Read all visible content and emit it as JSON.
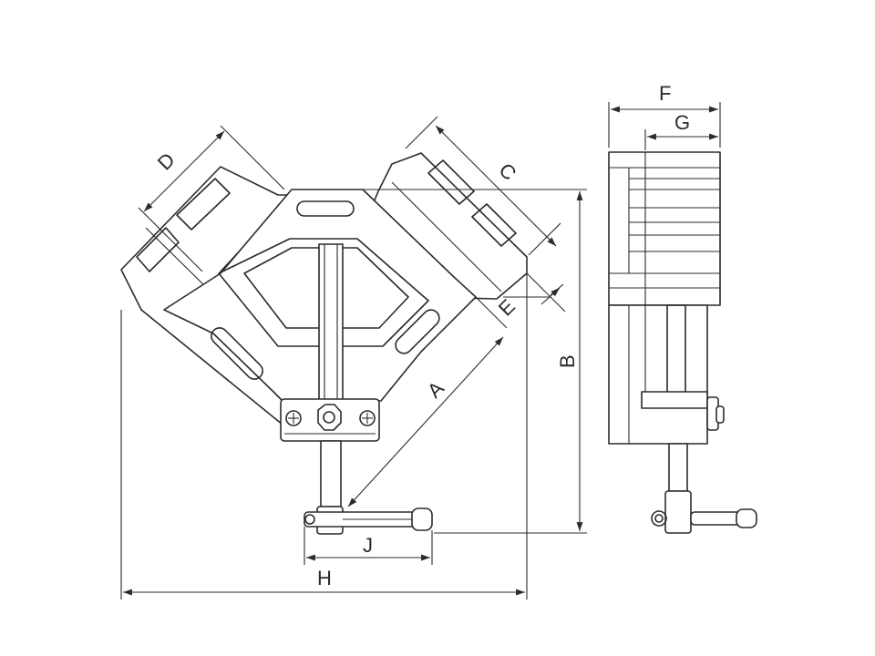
{
  "drawing": {
    "labels": {
      "a": "A",
      "b": "B",
      "c": "C",
      "d": "D",
      "e": "E",
      "f": "F",
      "g": "G",
      "h": "H",
      "j": "J"
    },
    "colors": {
      "line": "#2b2b2b",
      "background": "#ffffff"
    }
  }
}
